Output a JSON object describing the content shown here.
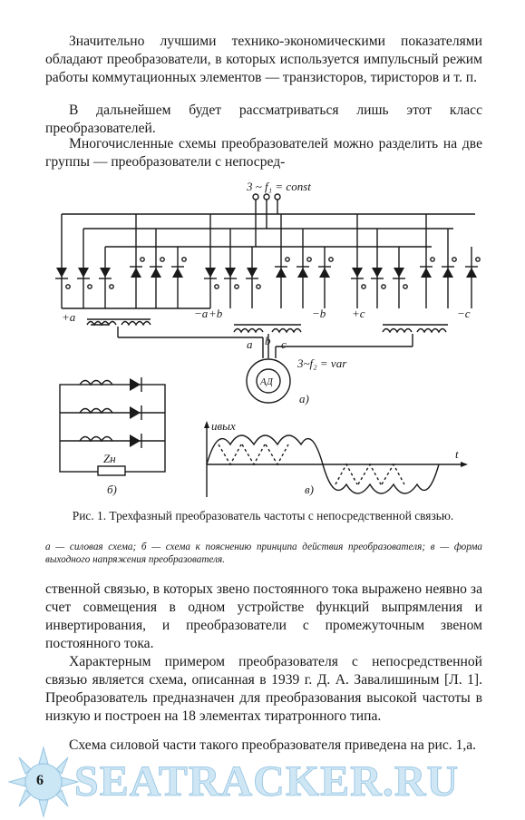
{
  "text": {
    "p1": "Значительно лучшими технико-экономическими показателями обладают преобразователи, в которых используется импульсный режим работы коммутационных элементов — транзисторов, тиристоров и т. п.",
    "p2": "В дальнейшем будет рассматриваться лишь этот класс преобразователей.",
    "p3": "Многочисленные схемы преобразователей можно разделить на две группы — преобразователи с непосред-",
    "p4": "ственной связью, в которых звено постоянного тока выражено неявно за счет совмещения в одном устройстве функций выпрямления и инвертирования, и преобразователи с промежуточным звеном постоянного тока.",
    "p5": "Характерным примером преобразователя с непосредственной связью является схема, описанная в 1939 г. Д. А. Завалишиным [Л. 1]. Преобразователь предназначен для преобразования высокой частоты в низкую и построен на 18 элементах тиратронного типа.",
    "p6": "Схема силовой части такого преобразователя приведена на рис. 1,а."
  },
  "figure": {
    "supply_label": "3 ~ f₁ = const",
    "output_label": "3~f₂ = var",
    "motor_label": "АД",
    "phase_labels": [
      "+a",
      "−a",
      "+b",
      "−b",
      "+c",
      "−c"
    ],
    "tap_labels": [
      "a",
      "b",
      "c"
    ],
    "load_label": "Zн",
    "voltage_label": "uвых",
    "time_label": "t",
    "part_a": "а)",
    "part_b": "б)",
    "part_c": "в)"
  },
  "caption": "Рис. 1. Трехфазный преобразователь частоты с непосредственной связью.",
  "legend": "а — силовая схема; б — схема к пояснению принципа действия преобразователя; в — форма выходного напряжения преобразователя.",
  "page_number": "6",
  "watermark": "SEATRACKER.RU",
  "colors": {
    "text": "#1a1a1a",
    "watermark": "#bfe0f2"
  }
}
